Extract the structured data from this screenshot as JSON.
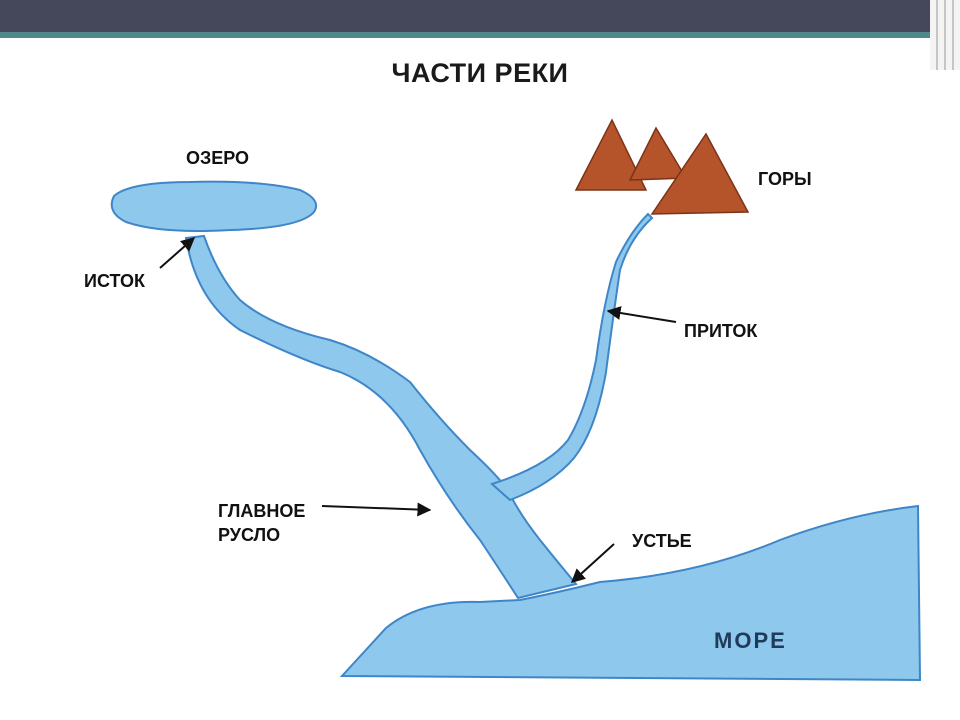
{
  "title": "ЧАСТИ РЕКИ",
  "labels": {
    "lake": "ОЗЕРО",
    "mountains": "ГОРЫ",
    "source": "ИСТОК",
    "tributary": "ПРИТОК",
    "main_channel_line1": "ГЛАВНОЕ",
    "main_channel_line2": "РУСЛО",
    "mouth": "УСТЬЕ",
    "sea": "МОРЕ"
  },
  "colors": {
    "water": "#8ec8ec",
    "water_stroke": "#3f86c8",
    "mountain": "#b5532b",
    "mountain_stroke": "#7a3418",
    "topbar": "#45475a",
    "accent": "#4f8a8b"
  }
}
